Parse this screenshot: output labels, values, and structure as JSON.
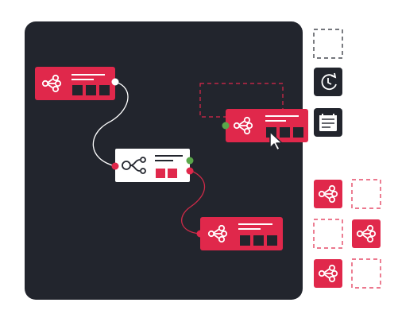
{
  "colors": {
    "canvas": "#22252d",
    "accent": "#e0284b",
    "node_light": "#ffffff",
    "connector_red": "#cf2a48",
    "connector_white": "#ffffff",
    "port_green": "#5aa64a",
    "port_red": "#e0284b",
    "toolbar_dark": "#22252d"
  },
  "nodes": [
    {
      "id": "node-top-left",
      "style": "accent",
      "icon": "share-network-icon"
    },
    {
      "id": "node-center-split",
      "style": "light",
      "icon": "split-branch-icon"
    },
    {
      "id": "node-bottom",
      "style": "accent",
      "icon": "share-network-icon"
    },
    {
      "id": "node-dragging",
      "style": "accent",
      "icon": "share-network-icon"
    }
  ],
  "toolbar": {
    "tools": [
      {
        "name": "empty-slot",
        "icon": "dashed-placeholder-icon"
      },
      {
        "name": "schedule",
        "icon": "clock-refresh-icon"
      },
      {
        "name": "calendar",
        "icon": "calendar-icon"
      }
    ]
  },
  "palette": {
    "grid": [
      [
        "share-network-icon",
        "empty"
      ],
      [
        "empty",
        "share-network-icon"
      ],
      [
        "share-network-icon",
        "empty"
      ]
    ]
  },
  "cursor": {
    "icon": "mouse-pointer-icon"
  }
}
